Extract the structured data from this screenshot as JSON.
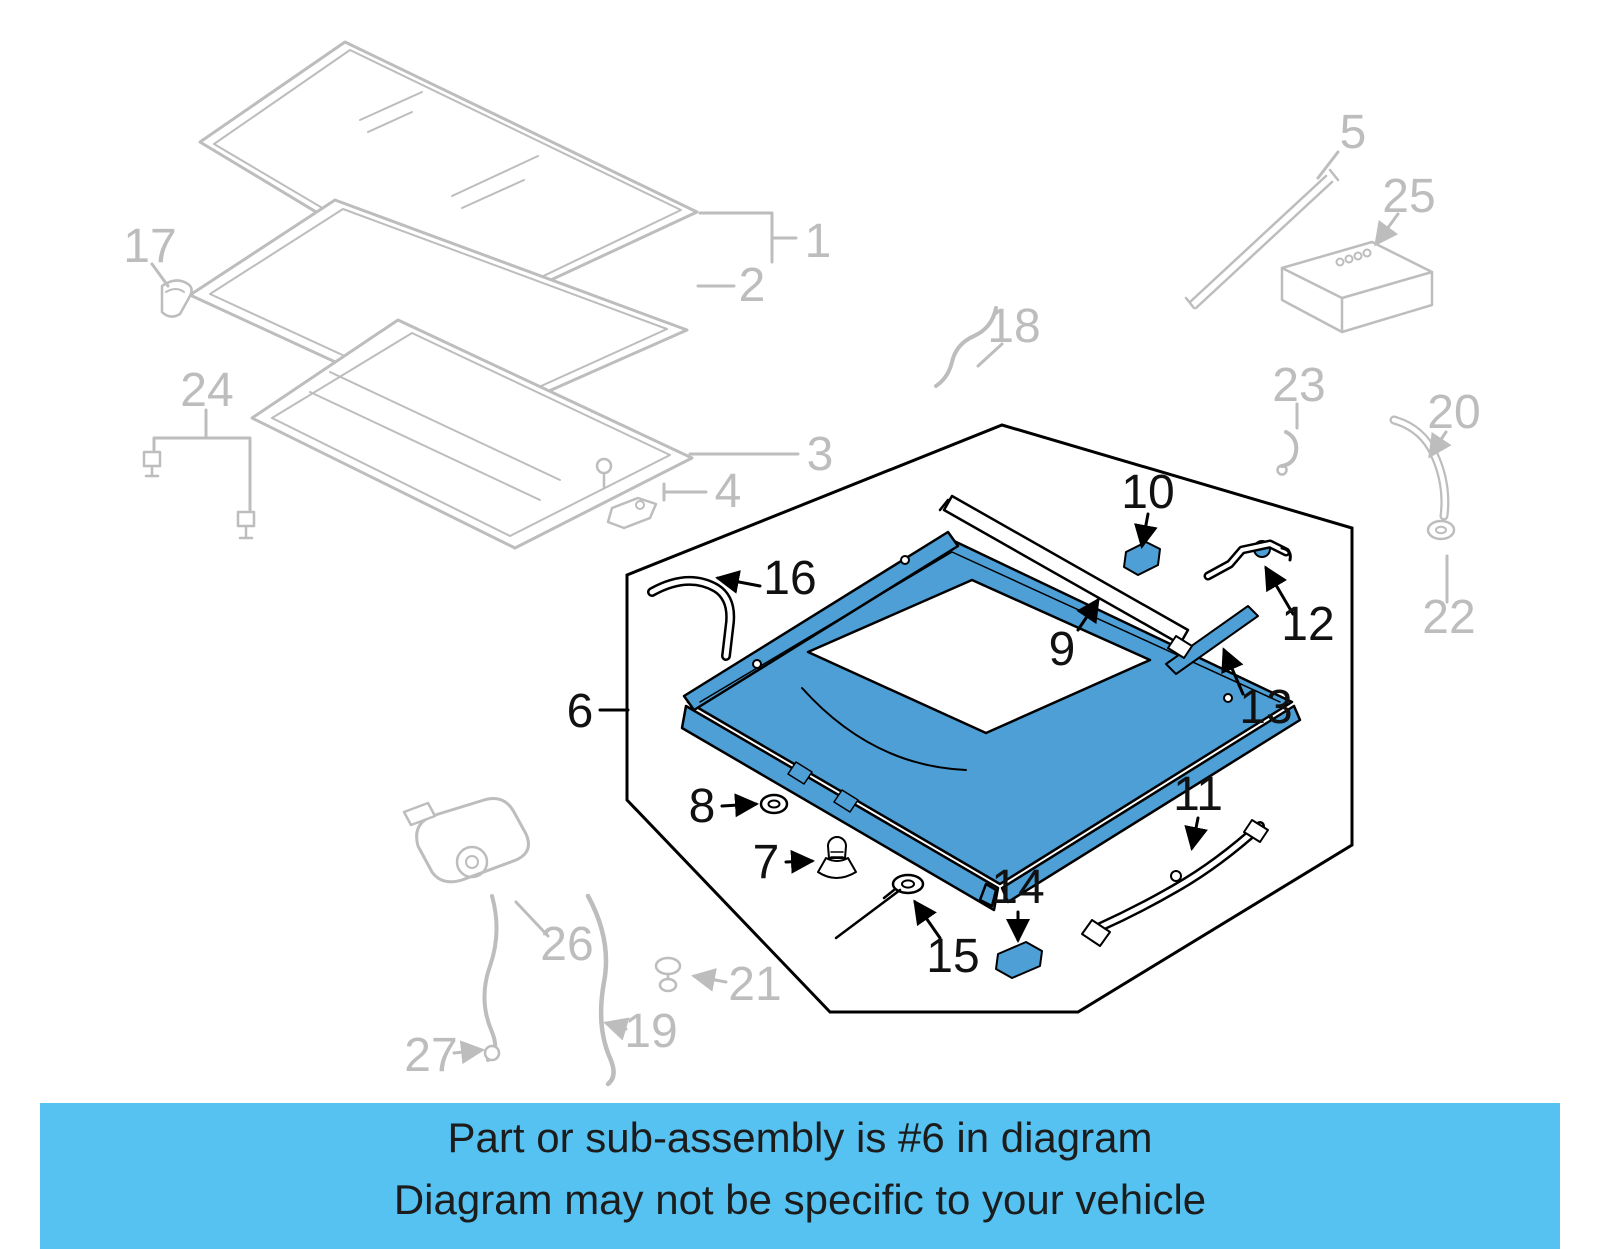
{
  "banner": {
    "line1": "Part or sub-assembly is #6 in diagram",
    "line2": "Diagram may not be specific to your vehicle"
  },
  "colors": {
    "highlight": "#4d9fd6",
    "faded": "#bdbdbd",
    "banner_bg": "#56c2f1",
    "ink": "#000000",
    "banner_text": "#1c1c1c"
  },
  "labels": {
    "l1": "1",
    "l2": "2",
    "l3": "3",
    "l4": "4",
    "l5": "5",
    "l6": "6",
    "l7": "7",
    "l8": "8",
    "l9": "9",
    "l10": "10",
    "l11": "11",
    "l12": "12",
    "l13": "13",
    "l14": "14",
    "l15": "15",
    "l16": "16",
    "l17": "17",
    "l18": "18",
    "l19": "19",
    "l20": "20",
    "l21": "21",
    "l22": "22",
    "l23": "23",
    "l24": "24",
    "l25": "25",
    "l26": "26",
    "l27": "27"
  }
}
